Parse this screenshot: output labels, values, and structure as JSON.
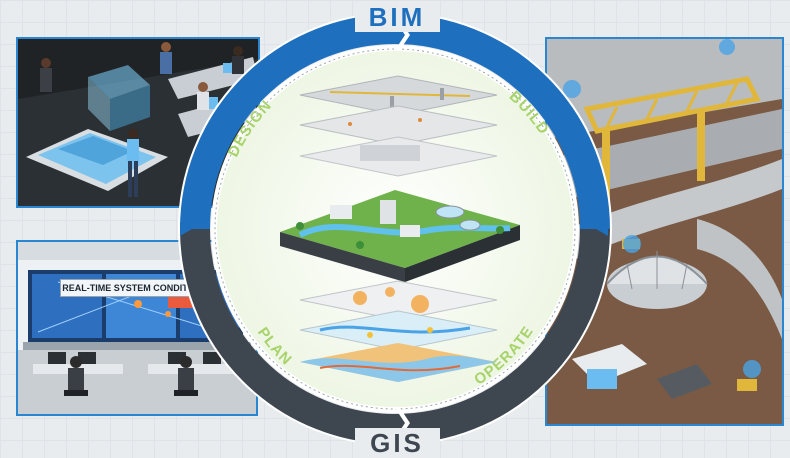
{
  "diagram": {
    "top_label": "BIM",
    "bottom_label": "GIS",
    "phases": [
      {
        "id": "design",
        "label": "DESIGN"
      },
      {
        "id": "build",
        "label": "BUILD"
      },
      {
        "id": "operate",
        "label": "OPERATE"
      },
      {
        "id": "plan",
        "label": "PLAN"
      }
    ],
    "operations_panel": {
      "banner": "REAL-TIME SYSTEM CONDITIONS"
    }
  },
  "colors": {
    "ring_blue": "#1f6fbf",
    "ring_dark": "#3e4650",
    "label_green": "#a7d36a",
    "panel_border": "#2a86d1"
  }
}
